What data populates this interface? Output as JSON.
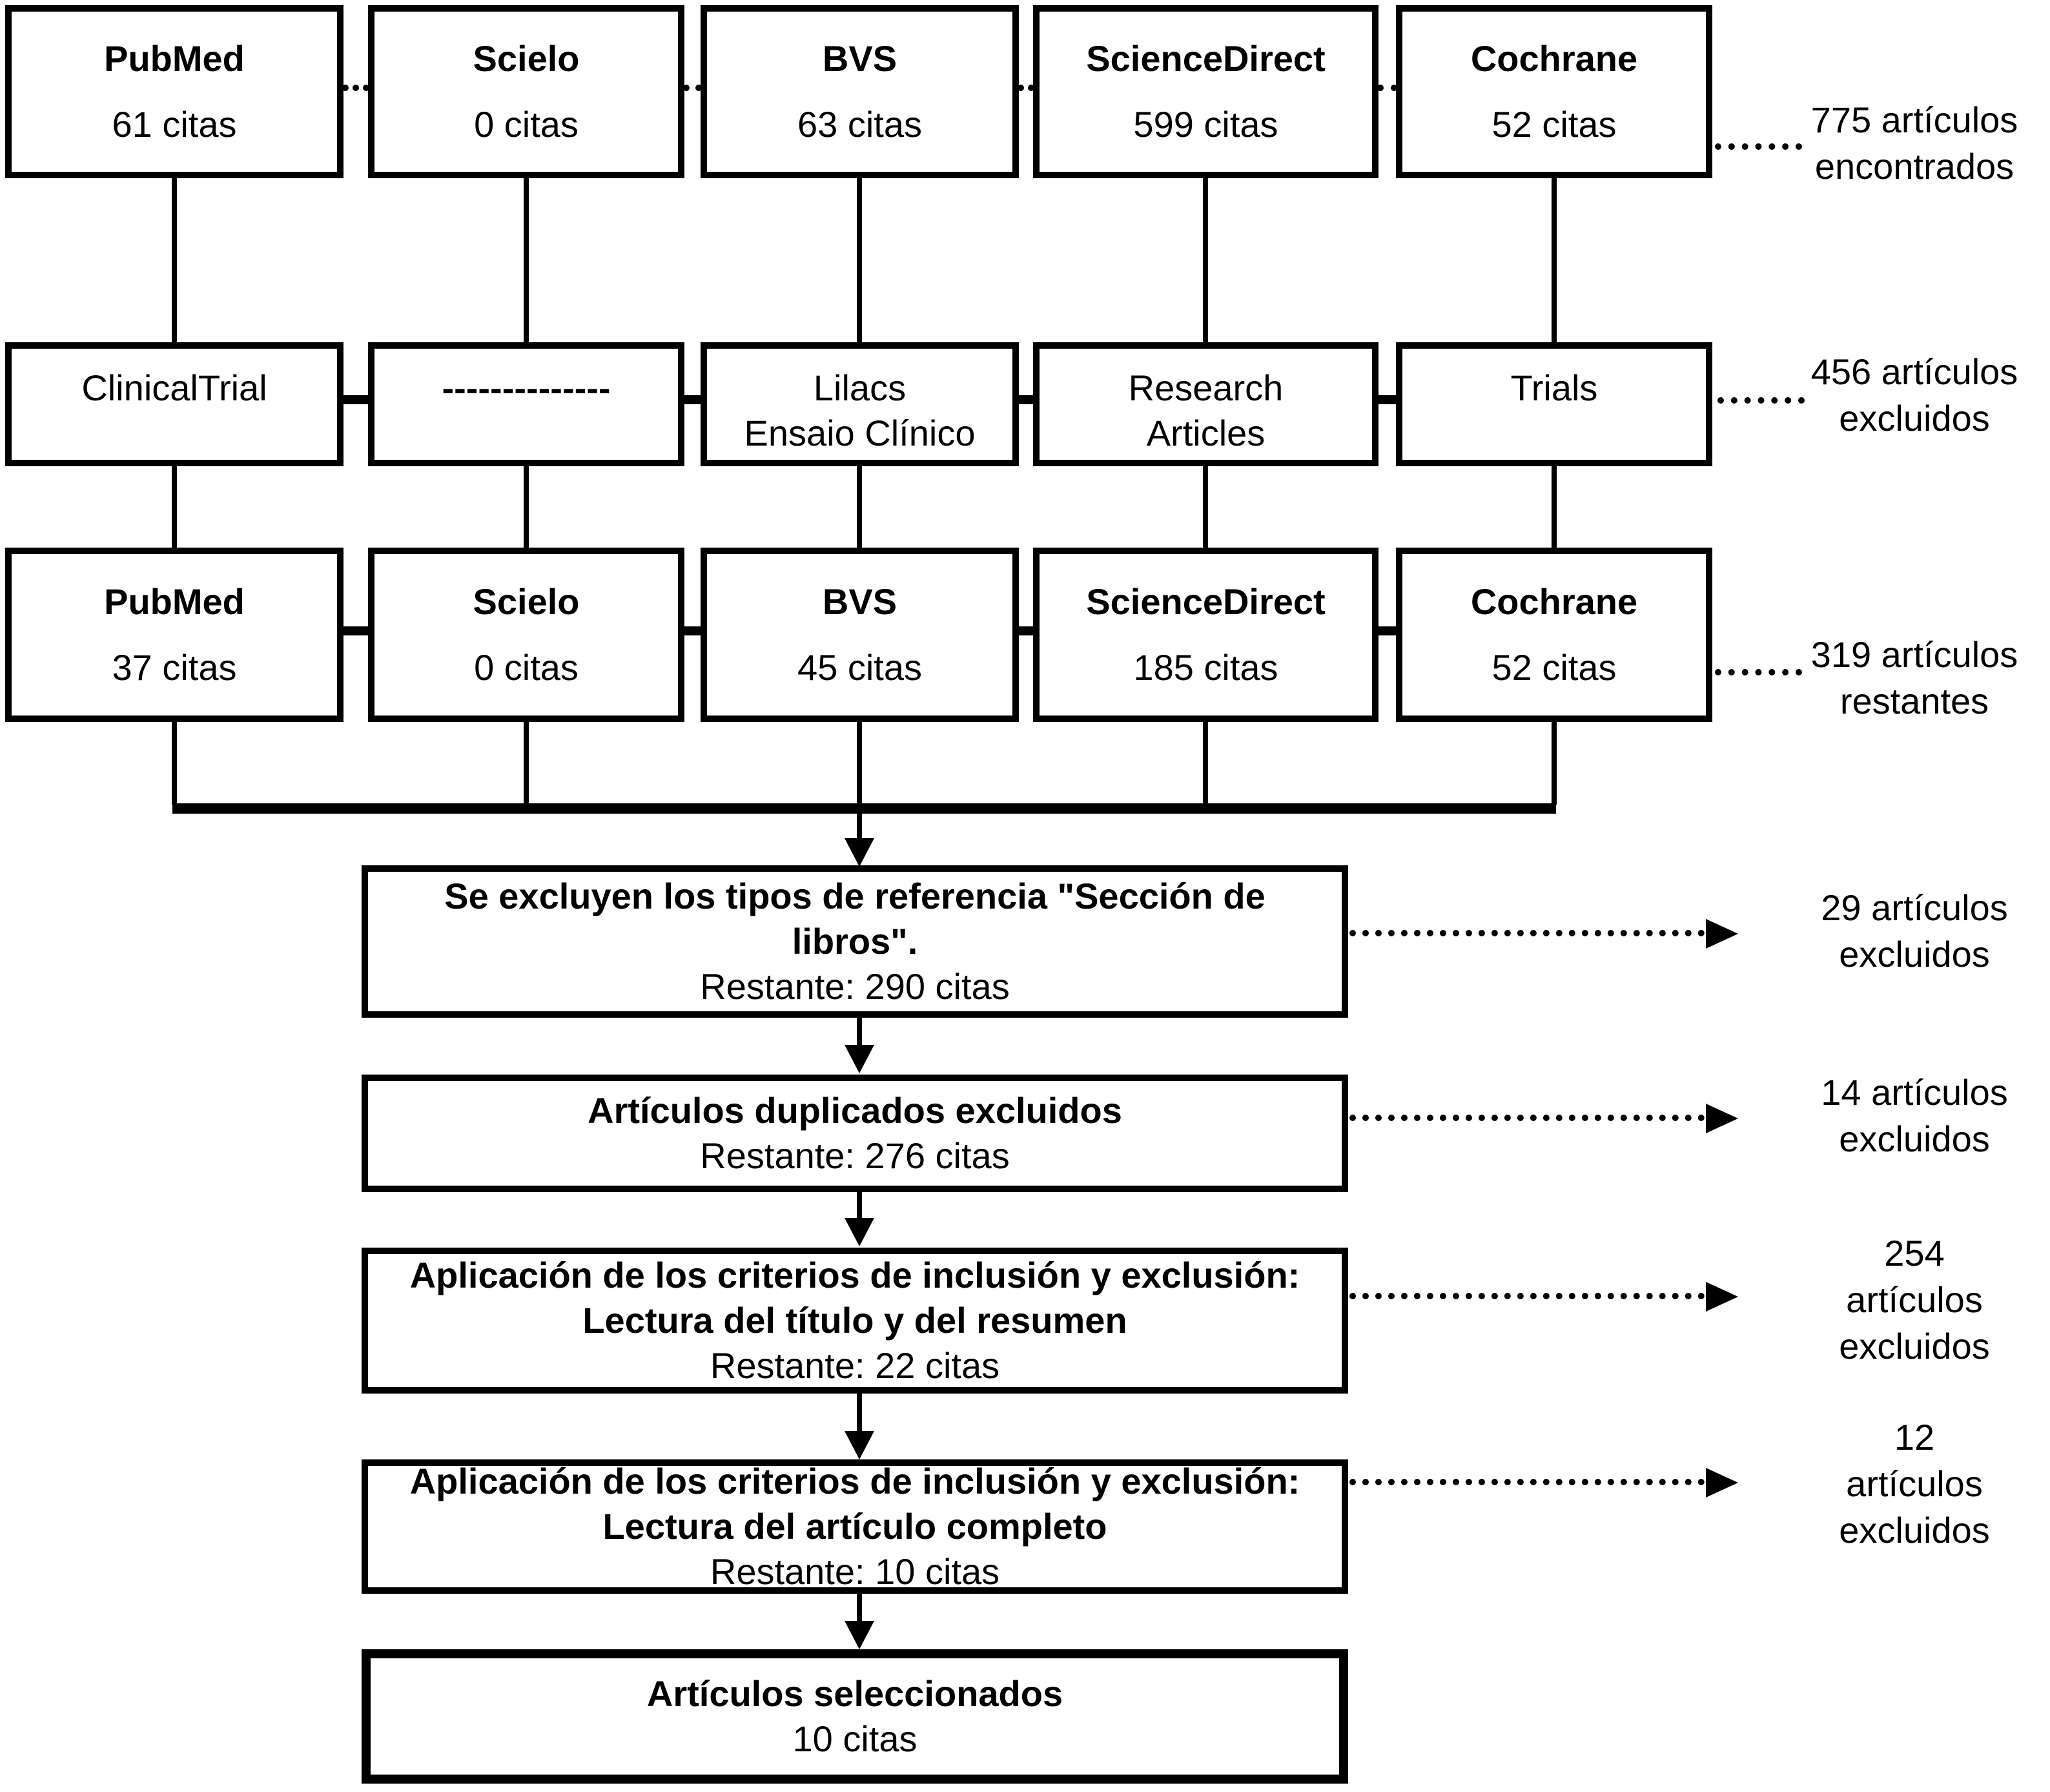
{
  "colors": {
    "line": "#000000",
    "background": "#ffffff",
    "text": "#000000"
  },
  "sources_row1": [
    {
      "name": "PubMed",
      "count": "61 citas"
    },
    {
      "name": "Scielo",
      "count": "0 citas"
    },
    {
      "name": "BVS",
      "count": "63 citas"
    },
    {
      "name": "ScienceDirect",
      "count": "599 citas"
    },
    {
      "name": "Cochrane",
      "count": "52 citas"
    }
  ],
  "filters_row2": [
    {
      "label": "ClinicalTrial"
    },
    {
      "label": "--------------"
    },
    {
      "label": "Lilacs\nEnsaio Clínico"
    },
    {
      "label": "Research\nArticles"
    },
    {
      "label": "Trials"
    }
  ],
  "sources_row3": [
    {
      "name": "PubMed",
      "count": "37 citas"
    },
    {
      "name": "Scielo",
      "count": "0 citas"
    },
    {
      "name": "BVS",
      "count": "45 citas"
    },
    {
      "name": "ScienceDirect",
      "count": "185 citas"
    },
    {
      "name": "Cochrane",
      "count": "52 citas"
    }
  ],
  "annotations": {
    "found": "775 artículos\nencontrados",
    "excluded_filters": "456 artículos\nexcluidos",
    "remaining": "319 artículos\nrestantes",
    "step1_excluded": "29 artículos\nexcluidos",
    "step2_excluded": "14 artículos\nexcluidos",
    "step3_excluded": "254\nartículos\nexcluidos",
    "step4_excluded": "12\nartículos\nexcluidos"
  },
  "steps": [
    {
      "title": "Se excluyen los tipos de referencia \"Sección de\nlibros\".",
      "rest": "Restante: 290 citas"
    },
    {
      "title": "Artículos duplicados excluidos",
      "rest": "Restante: 276 citas"
    },
    {
      "title": "Aplicación de los criterios de inclusión y exclusión:\nLectura del título y del resumen",
      "rest": "Restante: 22 citas"
    },
    {
      "title": "Aplicación de los criterios de inclusión y exclusión:\nLectura del artículo completo",
      "rest": "Restante: 10 citas"
    }
  ],
  "final": {
    "title": "Artículos seleccionados",
    "count": "10 citas"
  }
}
